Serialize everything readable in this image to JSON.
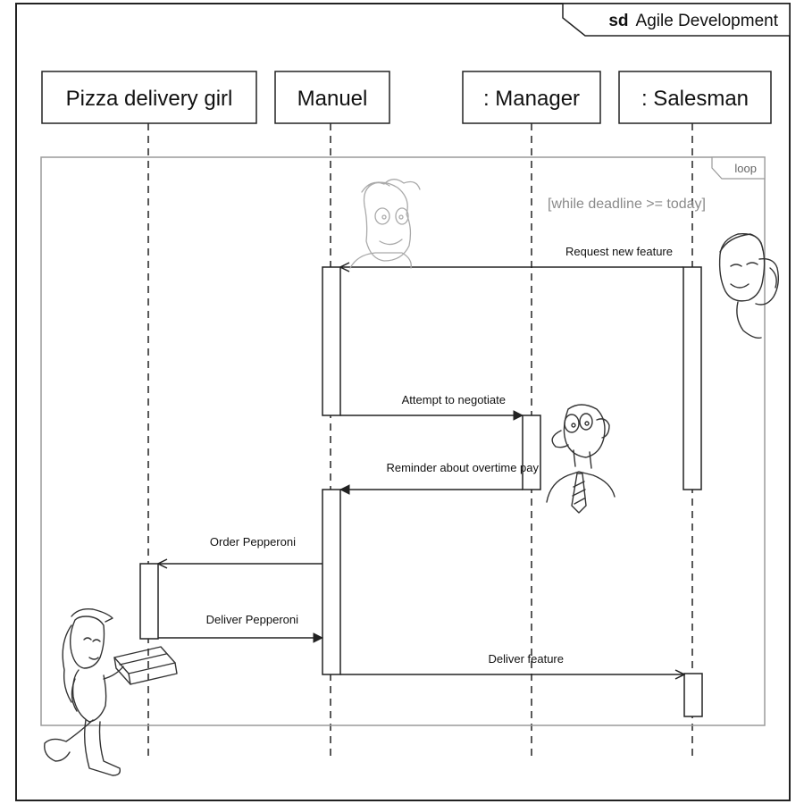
{
  "frame": {
    "kind": "sd",
    "title": "Agile Development"
  },
  "lifelines": [
    {
      "label": "Pizza delivery girl"
    },
    {
      "label": "Manuel"
    },
    {
      "label": ": Manager"
    },
    {
      "label": ": Salesman"
    }
  ],
  "loop": {
    "label": "loop",
    "guard": "[while deadline >= today]"
  },
  "messages": [
    {
      "label": "Request new feature",
      "from": "Salesman",
      "to": "Manuel"
    },
    {
      "label": "Attempt to negotiate",
      "from": "Manuel",
      "to": "Manager"
    },
    {
      "label": "Reminder about overtime pay",
      "from": "Manager",
      "to": "Manuel"
    },
    {
      "label": "Order Pepperoni",
      "from": "Manuel",
      "to": "Pizza delivery girl"
    },
    {
      "label": "Deliver Pepperoni",
      "from": "Pizza delivery girl",
      "to": "Manuel"
    },
    {
      "label": "Deliver feature",
      "from": "Manuel",
      "to": "Salesman"
    }
  ],
  "illustrations": [
    "manuel-figure",
    "salesman-figure",
    "manager-figure",
    "pizza-girl-figure"
  ]
}
